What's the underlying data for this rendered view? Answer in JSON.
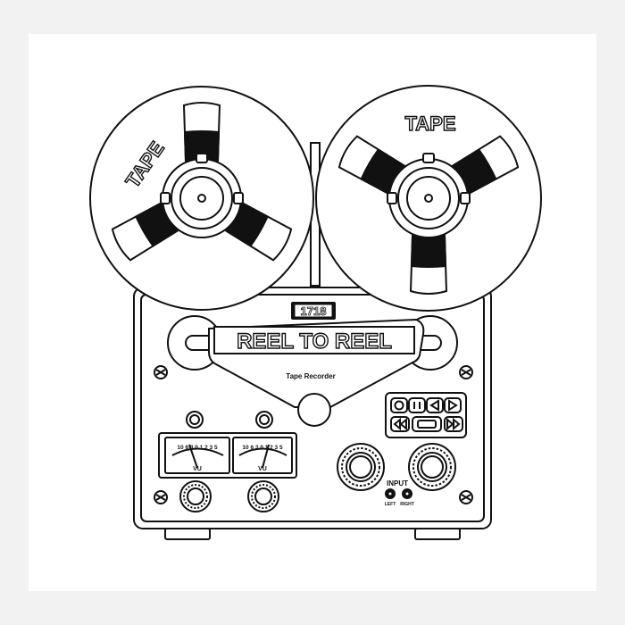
{
  "colors": {
    "background": "#f2f2f2",
    "print": "#ffffff",
    "ink": "#111111"
  },
  "reels": {
    "left_label": "TAPE",
    "right_label": "TAPE"
  },
  "counter": {
    "value": "1718"
  },
  "headplate": {
    "title": "REEL TO REEL",
    "subtitle": "Tape Recorder"
  },
  "meters": {
    "left_scale": "10 6 3 0 1 2 3 5",
    "left_unit": "VU",
    "right_scale": "10 6 3 0 1 2 3 5",
    "right_unit": "VU"
  },
  "controls": {
    "input_label": "INPUT",
    "jack_left_label": "LEFT",
    "jack_right_label": "RIGHT"
  },
  "transport": {
    "top_row_icons": [
      "record-icon",
      "pause-icon",
      "rewind-icon",
      "play-icon"
    ],
    "bottom_row_icons": [
      "fast-backward-icon",
      "stop-icon",
      "fast-forward-icon"
    ]
  }
}
